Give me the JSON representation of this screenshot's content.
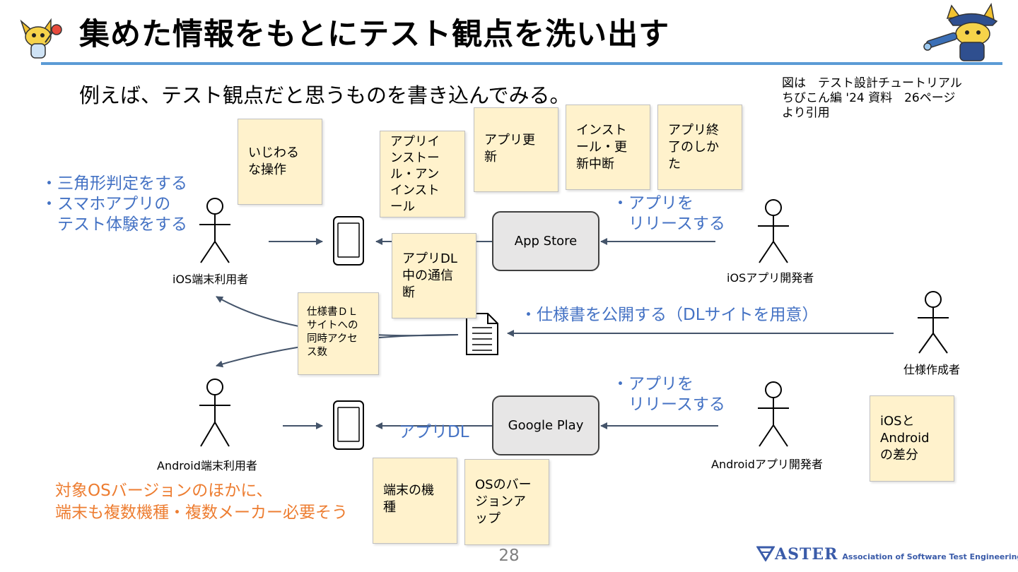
{
  "slide": {
    "title": "集めた情報をもとにテスト観点を洗い出す",
    "subtitle": "例えば、テスト観点だと思うものを書き込んでみる。",
    "source_note": "図は　テスト設計チュートリアル\nちびこん編 '24 資料　26ページ\nより引用",
    "page_number": "28"
  },
  "actors": {
    "ios_user": "iOS端末利用者",
    "ios_dev": "iOSアプリ開発者",
    "spec_author": "仕様作成者",
    "android_user": "Android端末利用者",
    "android_dev": "Androidアプリ開発者"
  },
  "stores": {
    "app_store": "App Store",
    "google_play": "Google Play"
  },
  "sticky_notes": {
    "tricky_ops": "いじわる\nな操作",
    "install_uninstall": "アプリイ\nンストー\nル・アン\nインスト\nール",
    "app_update": "アプリ更\n新",
    "install_interrupt": "インスト\nール・更\n新中断",
    "app_exit": "アプリ終\n了のしか\nた",
    "dl_comm_loss": "アプリDL\n中の通信\n断",
    "spec_concurrent": "仕様書ＤＬ\nサイトへの\n同時アクセ\nス数",
    "device_model": "端末の機\n種",
    "os_upgrade": "OSのバー\nジョンア\nップ",
    "ios_android_diff": "iOSと\nAndroid\nの差分"
  },
  "annotations": {
    "user_actions": "・三角形判定をする\n・スマホアプリの\n　テスト体験をする",
    "ios_release": "・アプリを\n　リリースする",
    "spec_publish": "・仕様書を公開する（DLサイトを用意）",
    "android_release": "・アプリを\n　リリースする",
    "android_dl": "アプリDL",
    "orange_note": "対象OSバージョンのほかに、\n端末も複数機種・複数メーカー必要そう"
  },
  "logo": {
    "main": "ASTER",
    "sub": "Association of Software Test Engineering"
  },
  "colors": {
    "accent_blue": "#5b9bd5",
    "annotation_blue": "#4472c4",
    "annotation_orange": "#ed7d31",
    "sticky_fill": "#fff2cc",
    "arrow": "#44546a"
  },
  "icons": {
    "smartphone": "smartphone-icon",
    "document": "document-icon",
    "mascot": "mascot-icon"
  }
}
